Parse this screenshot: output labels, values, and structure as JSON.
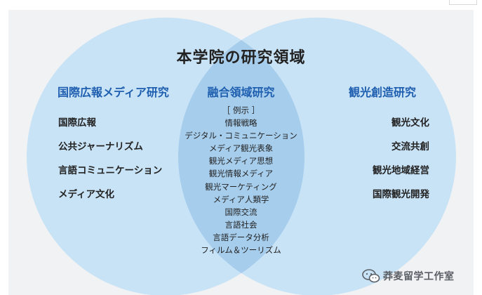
{
  "diagram": {
    "title": "本学院の研究領域",
    "left": {
      "heading": "国際広報メディア研究",
      "items": [
        "国際広報",
        "公共ジャーナリズム",
        "言語コミュニケーション",
        "メディア文化"
      ]
    },
    "center": {
      "heading": "融合領域研究",
      "items": [
        "［ 例示 ］",
        "情報戦略",
        "デジタル・コミュニケーション",
        "メディア観光表象",
        "観光メディア思想",
        "観光情報メディア",
        "観光マーケティング",
        "メディア人類学",
        "国際交流",
        "言語社会",
        "言語データ分析",
        "フィルム＆ツーリズム"
      ]
    },
    "right": {
      "heading": "観光創造研究",
      "items": [
        "観光文化",
        "交流共創",
        "観光地域経営",
        "国際観光開発"
      ]
    },
    "colors": {
      "circle_fill": "#c9e3f6",
      "overlap_fill": "#a6cdec",
      "heading_blue": "#1f5fb0",
      "panel_bg": "#f1f2f4"
    }
  },
  "watermark": {
    "icon": "wechat-icon",
    "text": "莽麦留学工作室"
  }
}
